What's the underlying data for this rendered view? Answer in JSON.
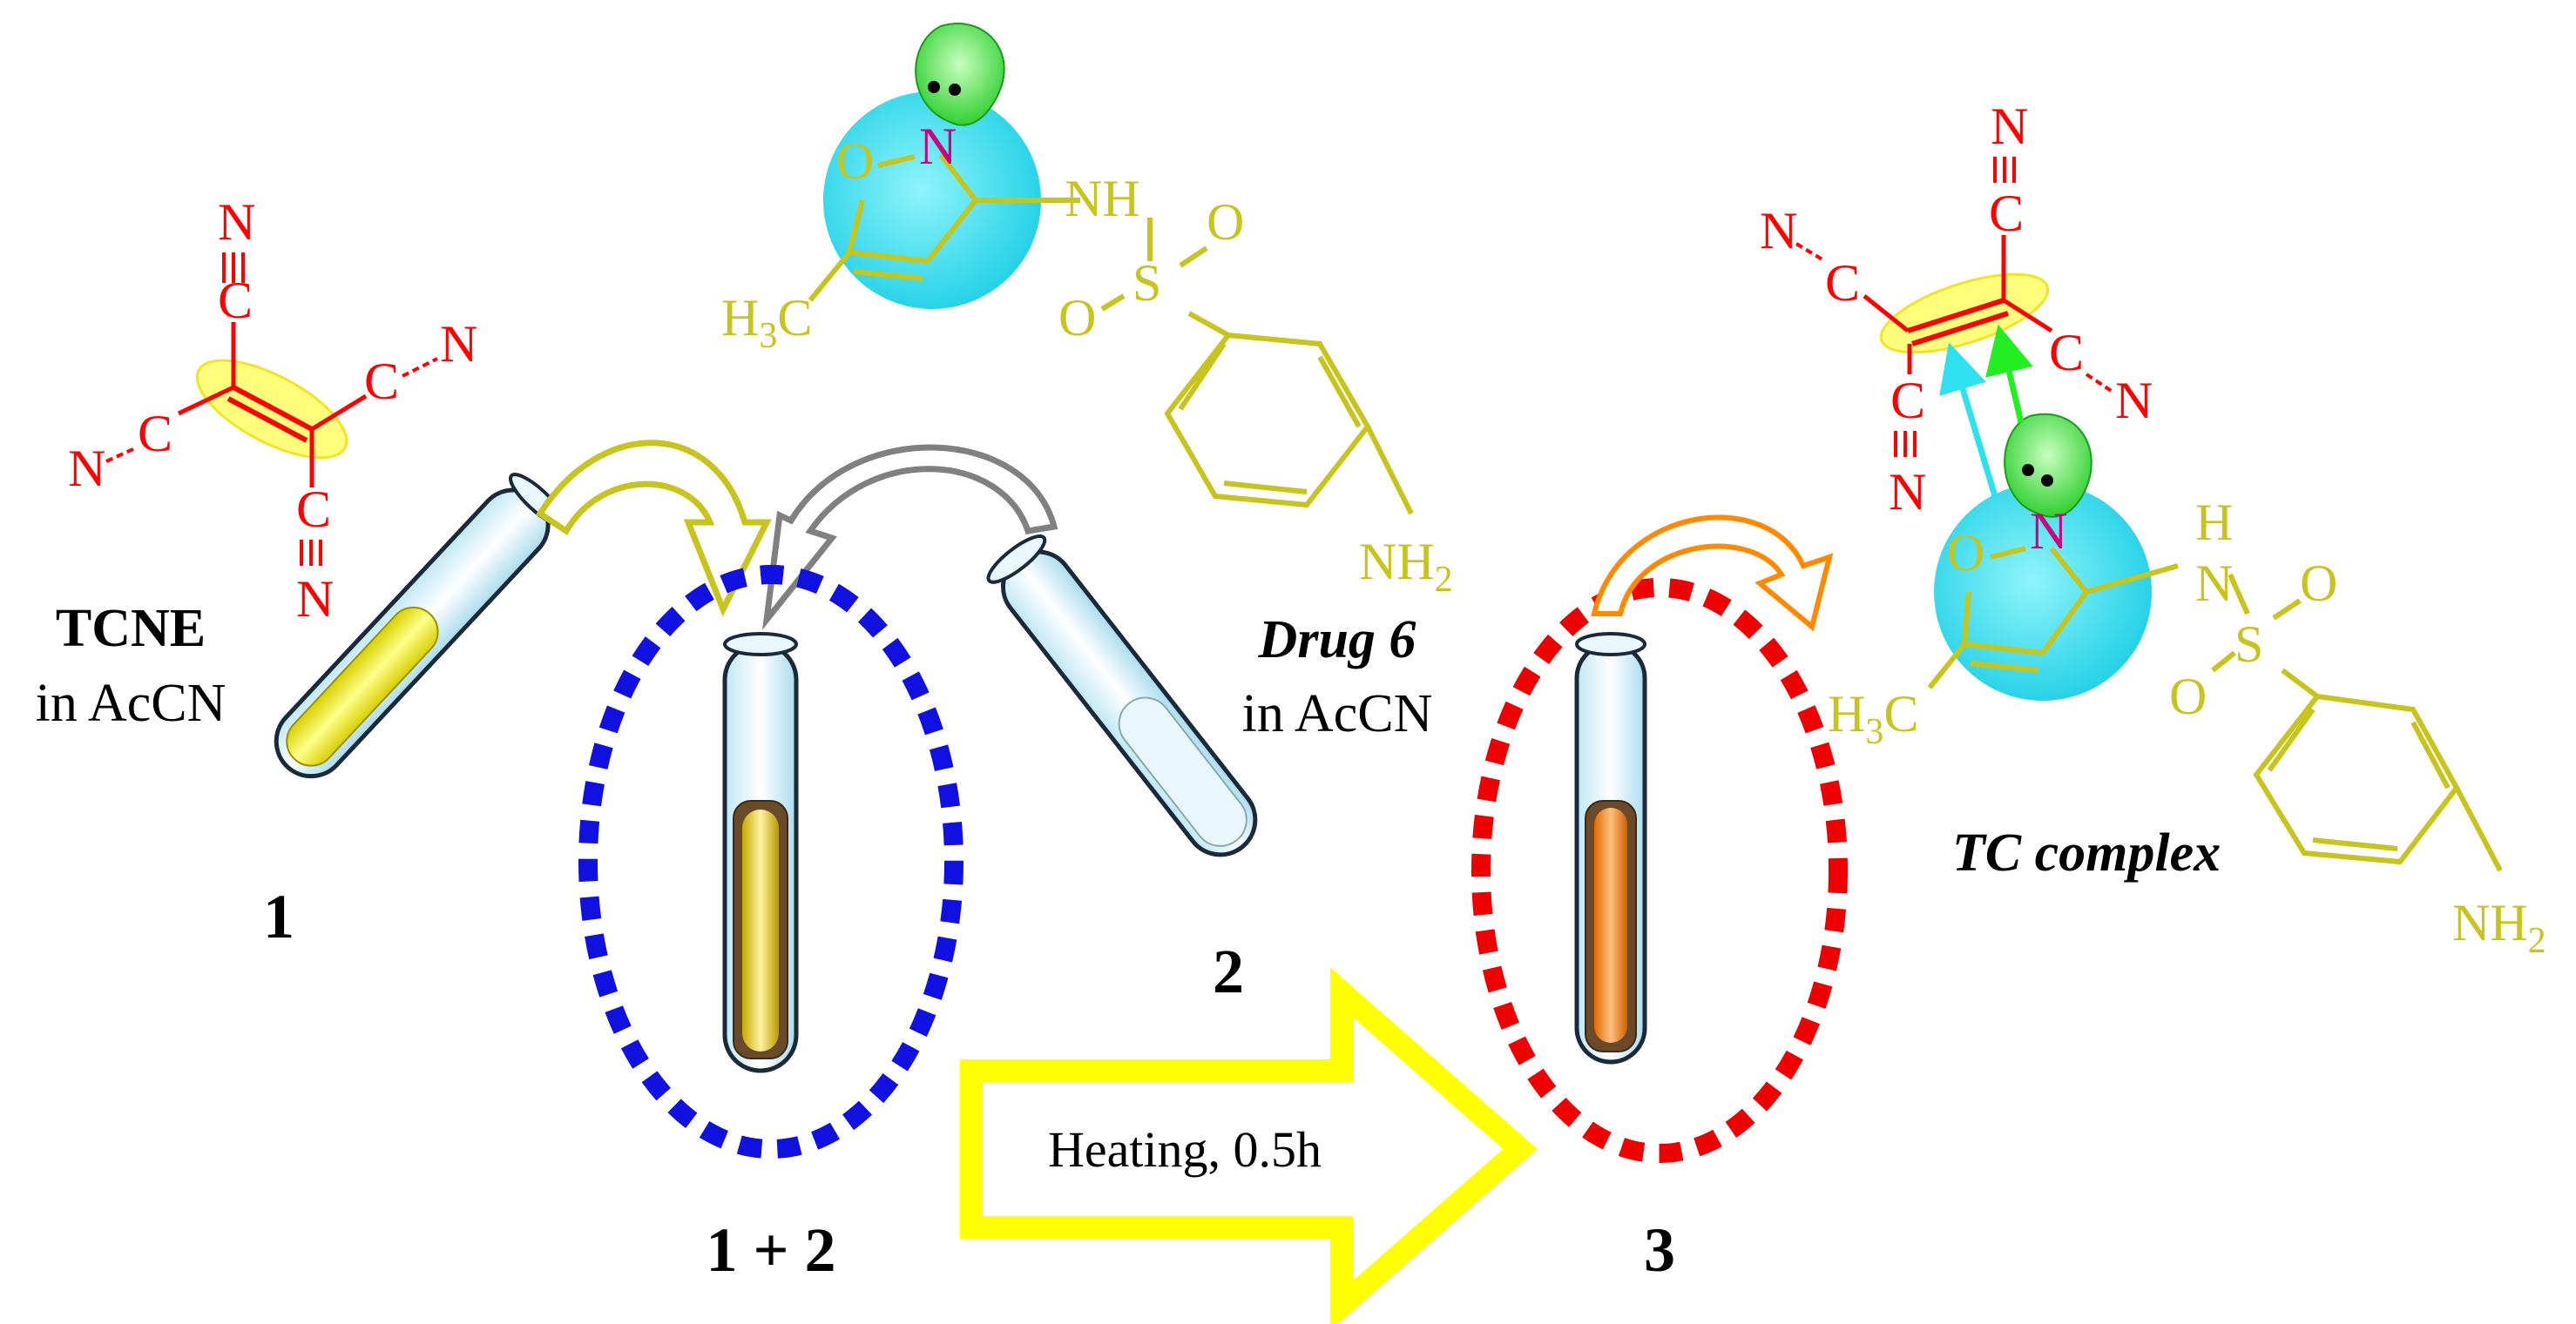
{
  "colors": {
    "tcne": "#ff0000",
    "drug": "#c7c41c",
    "nitrogen_drug": "#cc0080",
    "blue_dash": "#1010e0",
    "red_dash": "#ee0000",
    "yellow_arrow": "#ffff00",
    "orange": "#ff8a00",
    "cyan": "#2fe0ee",
    "green": "#22ee22",
    "grey": "#808080"
  },
  "labels": {
    "tcne_name": "TCNE",
    "tcne_solvent": "in AcCN",
    "drug_name": "Drug 6",
    "drug_solvent": "in AcCN",
    "tube1": "1",
    "tube2": "2",
    "mix": "1 + 2",
    "tube3": "3",
    "heating": "Heating, 0.5h",
    "complex": "TC complex"
  },
  "atoms": {
    "N": "N",
    "C": "C",
    "O": "O",
    "S": "S",
    "H": "H",
    "NH": "NH",
    "NH2": "NH",
    "sub2": "2",
    "H3C": "H",
    "sub3": "3",
    "C_after": "C"
  }
}
